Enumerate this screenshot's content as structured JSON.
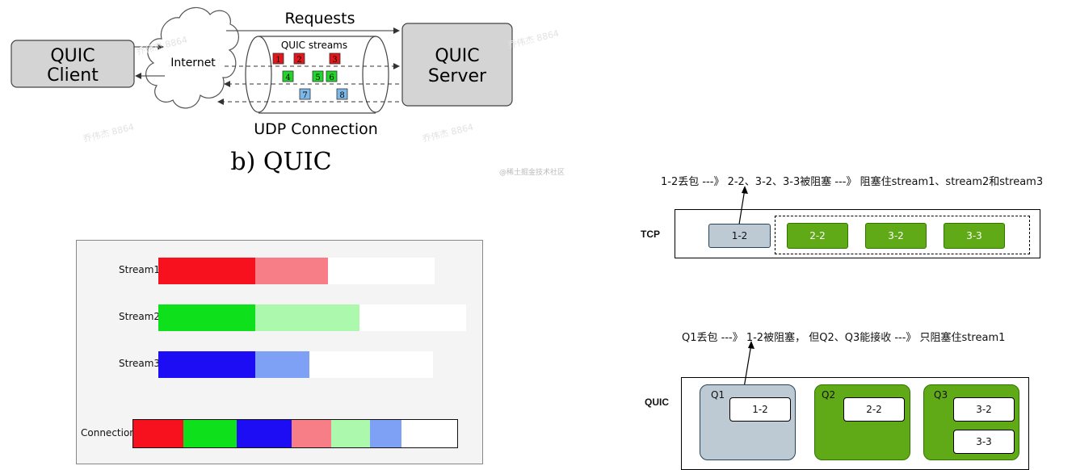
{
  "quic_figure": {
    "client_label_line1": "QUIC",
    "client_label_line2": "Client",
    "server_label_line1": "QUIC",
    "server_label_line2": "Server",
    "internet_label": "Internet",
    "requests_label": "Requests",
    "streams_label": "QUIC streams",
    "udp_label": "UDP Connection",
    "caption": "b) QUIC",
    "stream_boxes": [
      {
        "id": "1",
        "color": "#e0181c"
      },
      {
        "id": "2",
        "color": "#e0181c"
      },
      {
        "id": "3",
        "color": "#e0181c"
      },
      {
        "id": "4",
        "color": "#22d52a"
      },
      {
        "id": "5",
        "color": "#22d52a"
      },
      {
        "id": "6",
        "color": "#22d52a"
      },
      {
        "id": "7",
        "color": "#7cb8e8"
      },
      {
        "id": "8",
        "color": "#7cb8e8"
      }
    ],
    "credit": "@稀土掘金技术社区",
    "watermarks": [
      "乔伟杰 8864",
      "乔伟杰 8864",
      "乔伟杰 8864",
      "乔伟杰 8864"
    ]
  },
  "stream_chart": {
    "rows": [
      {
        "label": "Stream1",
        "segments": [
          {
            "color": "#f7101e",
            "weight": 120
          },
          {
            "color": "#f77d87",
            "weight": 90
          },
          {
            "color": "#ffffff",
            "weight": 132
          }
        ]
      },
      {
        "label": "Stream2",
        "segments": [
          {
            "color": "#0ee01b",
            "weight": 120
          },
          {
            "color": "#acf9ad",
            "weight": 129
          },
          {
            "color": "#ffffff",
            "weight": 132
          }
        ]
      },
      {
        "label": "Stream3",
        "segments": [
          {
            "color": "#1d0df5",
            "weight": 120
          },
          {
            "color": "#7ea1f6",
            "weight": 67
          },
          {
            "color": "#ffffff",
            "weight": 153
          }
        ]
      }
    ],
    "connection": {
      "label": "Connection",
      "segments": [
        {
          "color": "#f7101e",
          "weight": 62
        },
        {
          "color": "#0ee01b",
          "weight": 66
        },
        {
          "color": "#1d0df5",
          "weight": 68
        },
        {
          "color": "#f77d87",
          "weight": 49
        },
        {
          "color": "#acf9ad",
          "weight": 48
        },
        {
          "color": "#7ea1f6",
          "weight": 39
        },
        {
          "color": "#ffffff",
          "weight": 69
        }
      ]
    }
  },
  "tcp_diagram": {
    "annotation": "1-2丢包 ---》 2-2、3-2、3-3被阻塞 ---》 阻塞住stream1、stream2和stream3",
    "label": "TCP",
    "packets": [
      {
        "label": "1-2",
        "status": "lost",
        "color": "#bdcad4"
      },
      {
        "label": "2-2",
        "status": "blocked",
        "color": "#60a917"
      },
      {
        "label": "3-2",
        "status": "blocked",
        "color": "#60a917"
      },
      {
        "label": "3-3",
        "status": "blocked",
        "color": "#60a917"
      }
    ]
  },
  "quic_diagram": {
    "annotation": "Q1丢包 ---》 1-2被阻塞， 但Q2、Q3能接收 ---》 只阻塞住stream1",
    "label": "QUIC",
    "queues": [
      {
        "label": "Q1",
        "color": "#bdcad4",
        "packets": [
          "1-2"
        ]
      },
      {
        "label": "Q2",
        "color": "#60a917",
        "packets": [
          "2-2"
        ]
      },
      {
        "label": "Q3",
        "color": "#60a917",
        "packets": [
          "3-2",
          "3-3"
        ]
      }
    ]
  }
}
